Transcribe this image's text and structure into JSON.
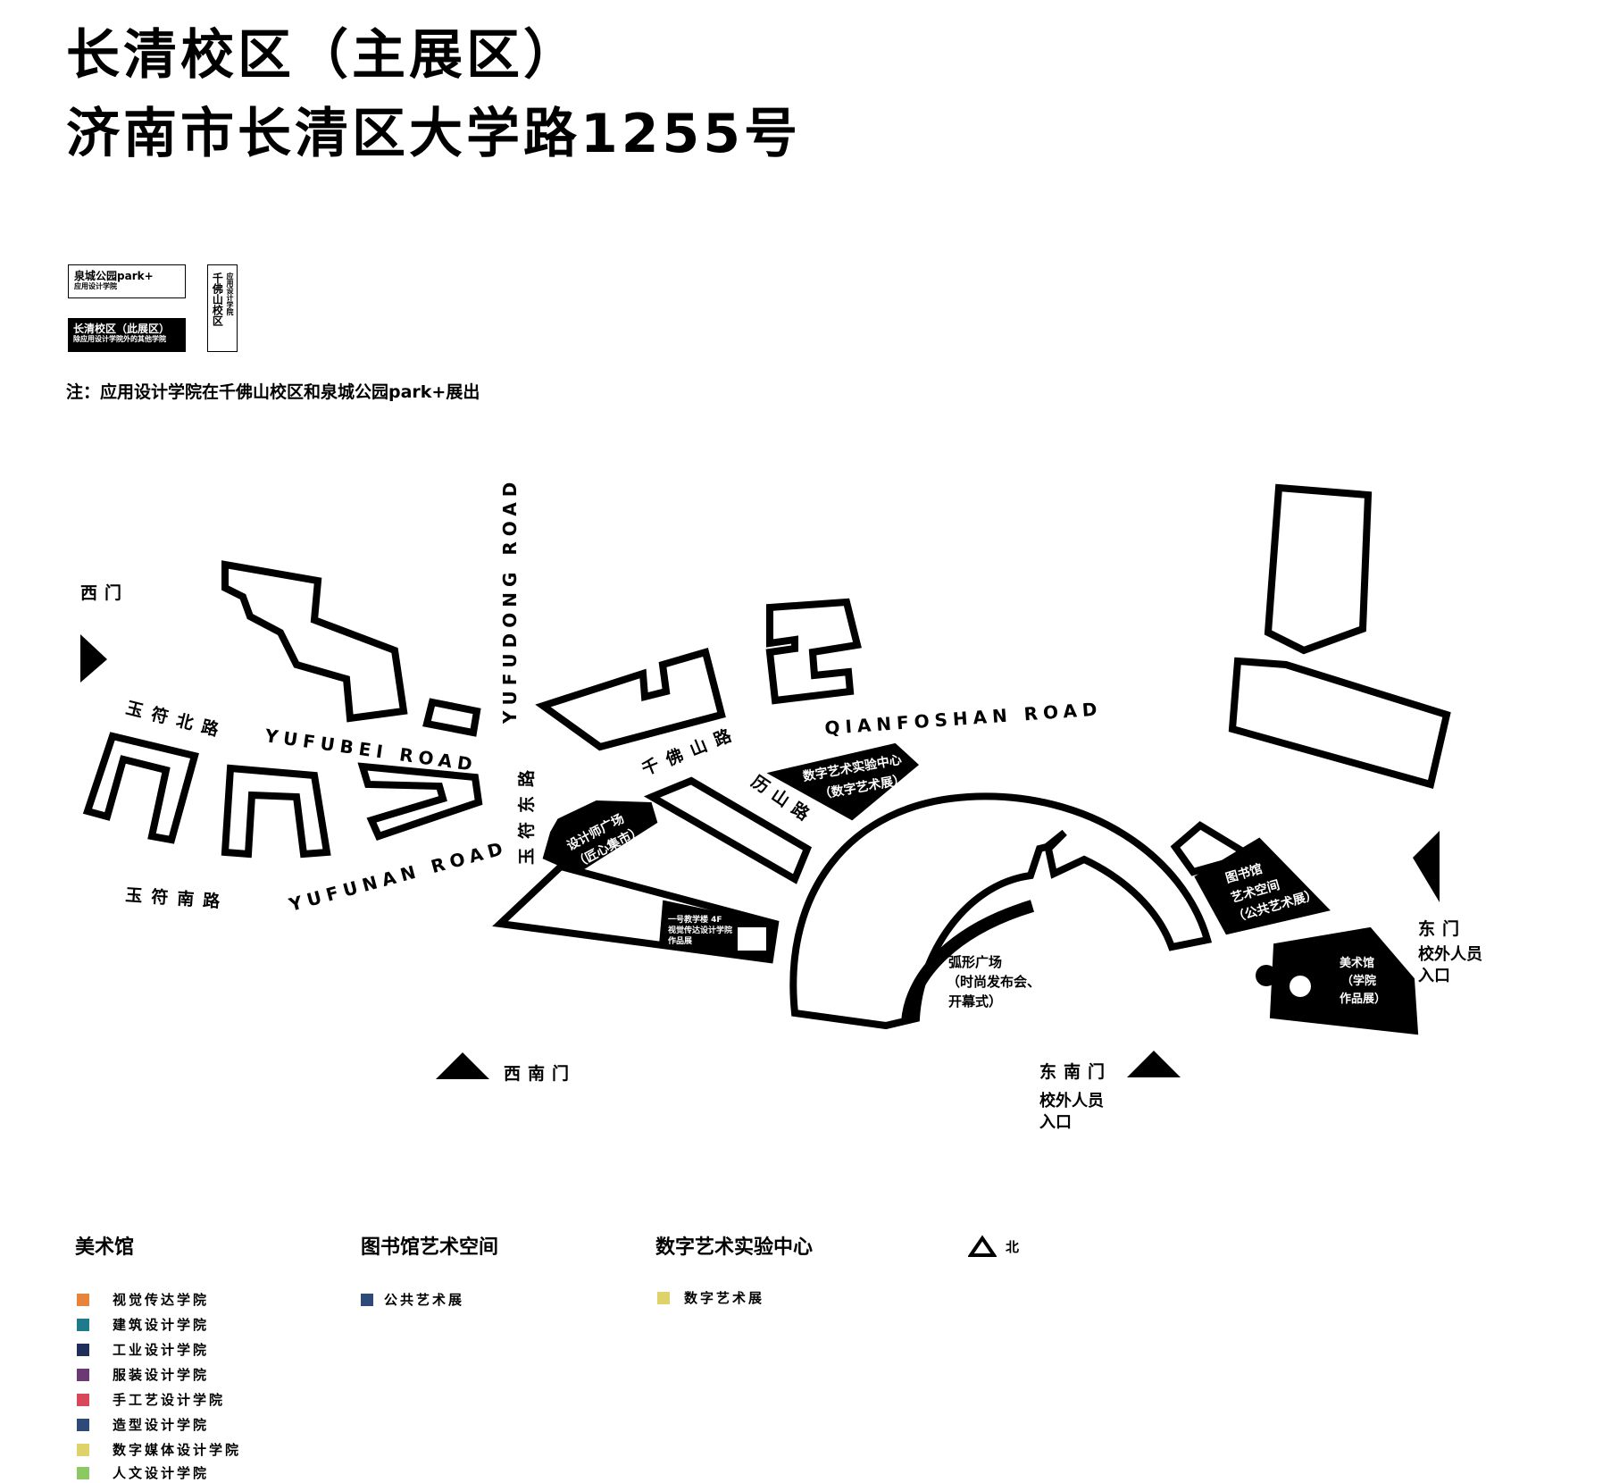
{
  "header": {
    "title_line1": "长清校区（主展区）",
    "title_line2": "济南市长清区大学路1255号"
  },
  "campus_legend": {
    "park_title": "泉城公园park+",
    "park_sub": "应用设计学院",
    "changqing_title": "长清校区（此展区）",
    "changqing_sub": "除应用设计学院外的其他学院",
    "qianfoshan_title": "千佛山校区",
    "qianfoshan_sub": "应用设计学院"
  },
  "note": "注：应用设计学院在千佛山校区和泉城公园park+展出",
  "map": {
    "roads": {
      "yufubei_cn": "玉符北路",
      "yufubei_en": "YUFUBEI ROAD",
      "yufunan_cn": "玉符南路",
      "yufunan_en": "YUFUNAN ROAD",
      "yufudong_en": "YUFUDONG ROAD",
      "yufudong_cn": "玉符东路",
      "qianfoshan_cn": "千佛山路",
      "qianfoshan_en": "QIANFOSHAN ROAD",
      "lishan_cn": "历山路"
    },
    "gates": {
      "west": "西门",
      "southwest": "西南门",
      "southeast": "东南门",
      "southeast_note_1": "校外人员",
      "southeast_note_2": "入口",
      "east": "东门",
      "east_note_1": "校外人员",
      "east_note_2": "入口"
    },
    "places": {
      "designer_plaza_1": "设计师广场",
      "designer_plaza_2": "（匠心集市）",
      "digital_center_1": "数字艺术实验中心",
      "digital_center_2": "（数字艺术展）",
      "library_1": "图书馆",
      "library_2": "艺术空间",
      "library_3": "（公共艺术展）",
      "museum_1": "美术馆",
      "museum_2": "（学院",
      "museum_3": "作品展）",
      "building1_1": "一号教学楼 4F",
      "building1_2": "视觉传达设计学院",
      "building1_3": "作品展",
      "arc_plaza_1": "弧形广场",
      "arc_plaza_2": "（时尚发布会、",
      "arc_plaza_3": "开幕式）"
    }
  },
  "key": {
    "categories": [
      {
        "title": "美术馆",
        "items": [
          {
            "label": "视觉传达学院",
            "color": "#E8833A"
          },
          {
            "label": "建筑设计学院",
            "color": "#1F7A8C"
          },
          {
            "label": "工业设计学院",
            "color": "#1F2E5A"
          },
          {
            "label": "服装设计学院",
            "color": "#6B3A75"
          },
          {
            "label": "手工艺设计学院",
            "color": "#D9475A"
          },
          {
            "label": "造型设计学院",
            "color": "#2E4A78"
          },
          {
            "label": "数字媒体设计学院",
            "color": "#E0D26A"
          },
          {
            "label": "人文设计学院",
            "color": "#8CC864"
          }
        ]
      },
      {
        "title": "图书馆艺术空间",
        "items": [
          {
            "label": "公共艺术展",
            "color": "#2E4A78"
          }
        ]
      },
      {
        "title": "数字艺术实验中心",
        "items": [
          {
            "label": "数字艺术展",
            "color": "#E0D26A"
          }
        ]
      }
    ],
    "north_label": "北"
  }
}
